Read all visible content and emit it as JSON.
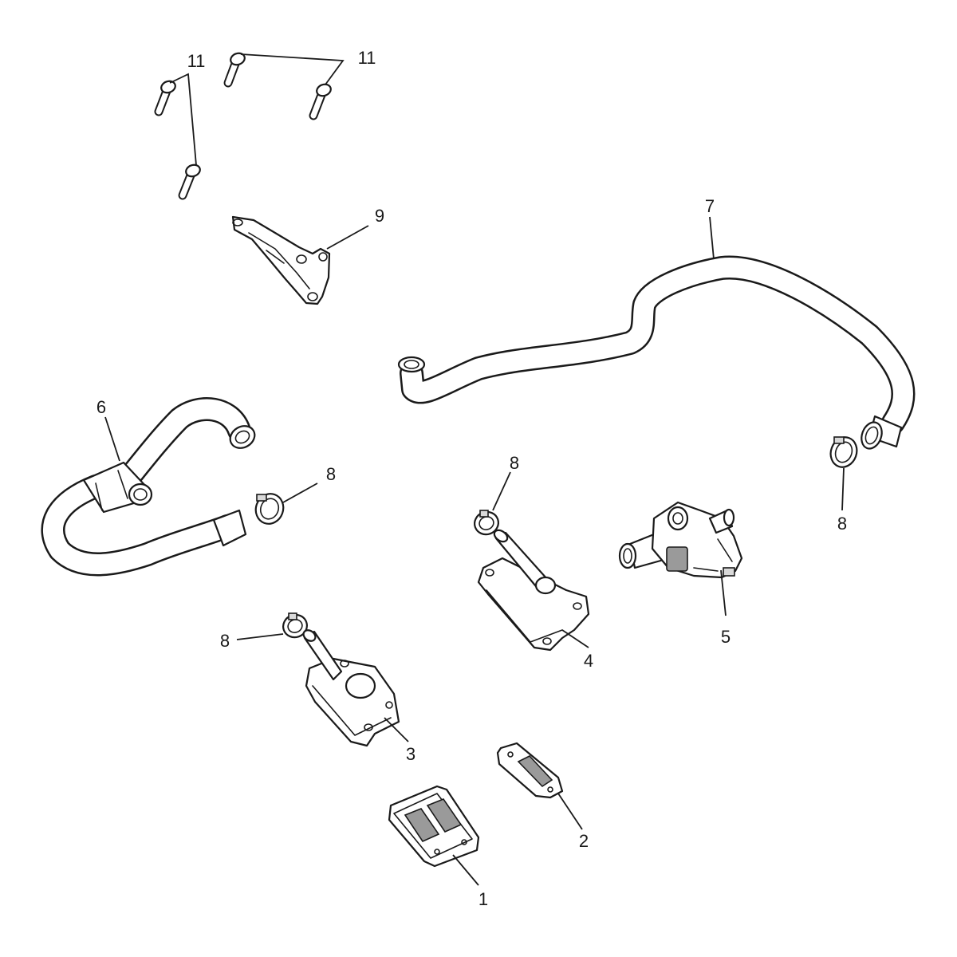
{
  "diagram": {
    "callouts": {
      "c1": "1",
      "c2": "2",
      "c3": "3",
      "c4": "4",
      "c5": "5",
      "c6": "6",
      "c7": "7",
      "c8a": "8",
      "c8b": "8",
      "c8c": "8",
      "c8d": "8",
      "c9": "9",
      "c11a": "11",
      "c11b": "11"
    }
  }
}
